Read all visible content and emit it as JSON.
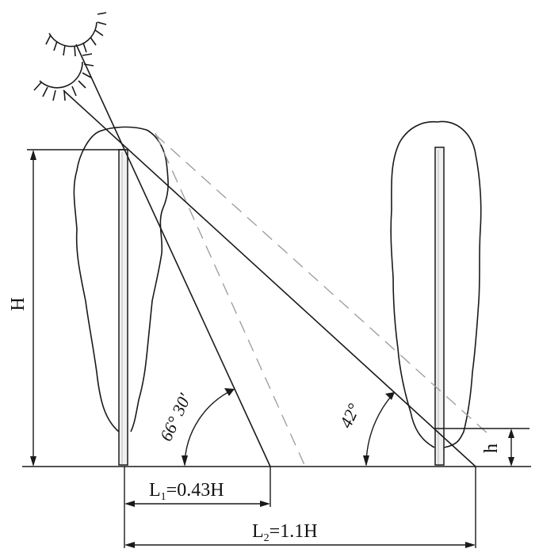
{
  "labels": {
    "height_H": "H",
    "height_h": "h",
    "angle_1": "66° 30′",
    "angle_2": "42°",
    "L1_letter": "L",
    "L1_sub": "1",
    "L1_value": "=0.43H",
    "L2_letter": "L",
    "L2_sub": "2",
    "L2_value": "=1.1H"
  },
  "colors": {
    "ink": "#1a1a1a",
    "dashed": "#9a9a9a"
  },
  "icons": [
    "sun-icon",
    "sun-icon"
  ]
}
